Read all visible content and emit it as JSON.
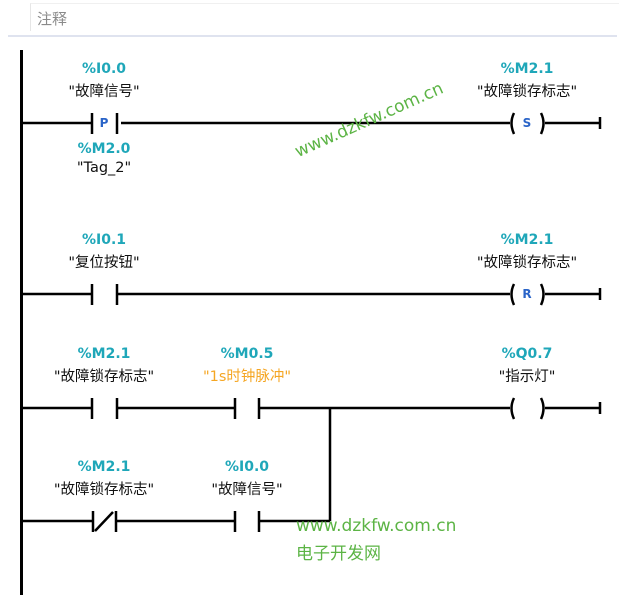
{
  "comment": {
    "placeholder": "注释"
  },
  "networks": [
    {
      "contacts": [
        {
          "address": "%I0.0",
          "tag": "\"故障信号\"",
          "type": "positive-edge",
          "letter": "P",
          "edge_bit_address": "%M2.0",
          "edge_bit_tag": "\"Tag_2\""
        }
      ],
      "coil": {
        "address": "%M2.1",
        "tag": "\"故障锁存标志\"",
        "type": "set",
        "letter": "S"
      }
    },
    {
      "contacts": [
        {
          "address": "%I0.1",
          "tag": "\"复位按钮\"",
          "type": "normally-open"
        }
      ],
      "coil": {
        "address": "%M2.1",
        "tag": "\"故障锁存标志\"",
        "type": "reset",
        "letter": "R"
      }
    },
    {
      "contacts": [
        {
          "address": "%M2.1",
          "tag": "\"故障锁存标志\"",
          "type": "normally-open"
        },
        {
          "address": "%M0.5",
          "tag": "\"1s时钟脉冲\"",
          "type": "normally-open",
          "tag_color": "#f5a623"
        }
      ],
      "branch_contacts": [
        {
          "address": "%M2.1",
          "tag": "\"故障锁存标志\"",
          "type": "normally-closed"
        },
        {
          "address": "%I0.0",
          "tag": "\"故障信号\"",
          "type": "normally-open"
        }
      ],
      "coil": {
        "address": "%Q0.7",
        "tag": "\"指示灯\"",
        "type": "output",
        "letter": ""
      }
    }
  ],
  "watermarks": {
    "rotated": "www.dzkfw.com.cn",
    "url": "www.dzkfw.com.cn",
    "site_name": "电子开发网"
  },
  "colors": {
    "address": "#1fa7b9",
    "tag": "#111111",
    "orange_tag": "#f5a623",
    "watermark": "#5cb445"
  }
}
